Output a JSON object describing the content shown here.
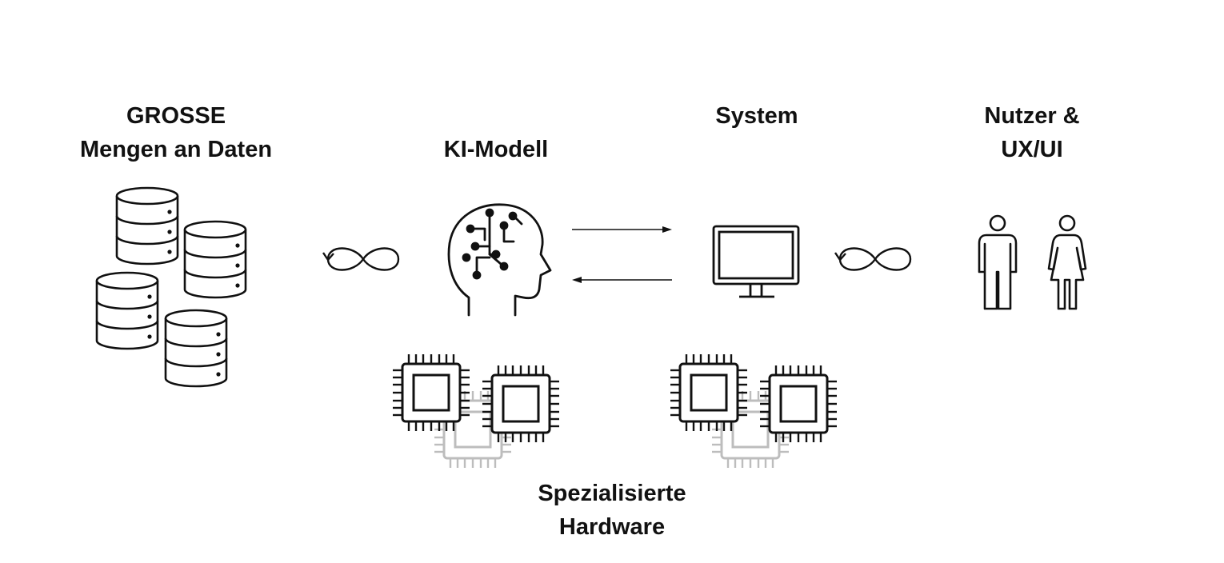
{
  "labels": {
    "data": {
      "line1": "GROSSE",
      "line2": "Mengen an Daten"
    },
    "model": {
      "line1": "KI-Modell"
    },
    "system": {
      "line1": "System"
    },
    "users": {
      "line1": "Nutzer &",
      "line2": "UX/UI"
    },
    "hardware": {
      "line1": "Spezialisierte",
      "line2": "Hardware"
    }
  },
  "icons": {
    "data": "database-stack-icon",
    "loop": "infinity-loop-icon",
    "model": "ai-head-icon",
    "system": "monitor-icon",
    "users": "man-woman-icon",
    "hardware": "cpu-chip-icon"
  },
  "colors": {
    "stroke": "#111111",
    "faded_stroke": "#bdbdbd",
    "background": "#ffffff"
  }
}
